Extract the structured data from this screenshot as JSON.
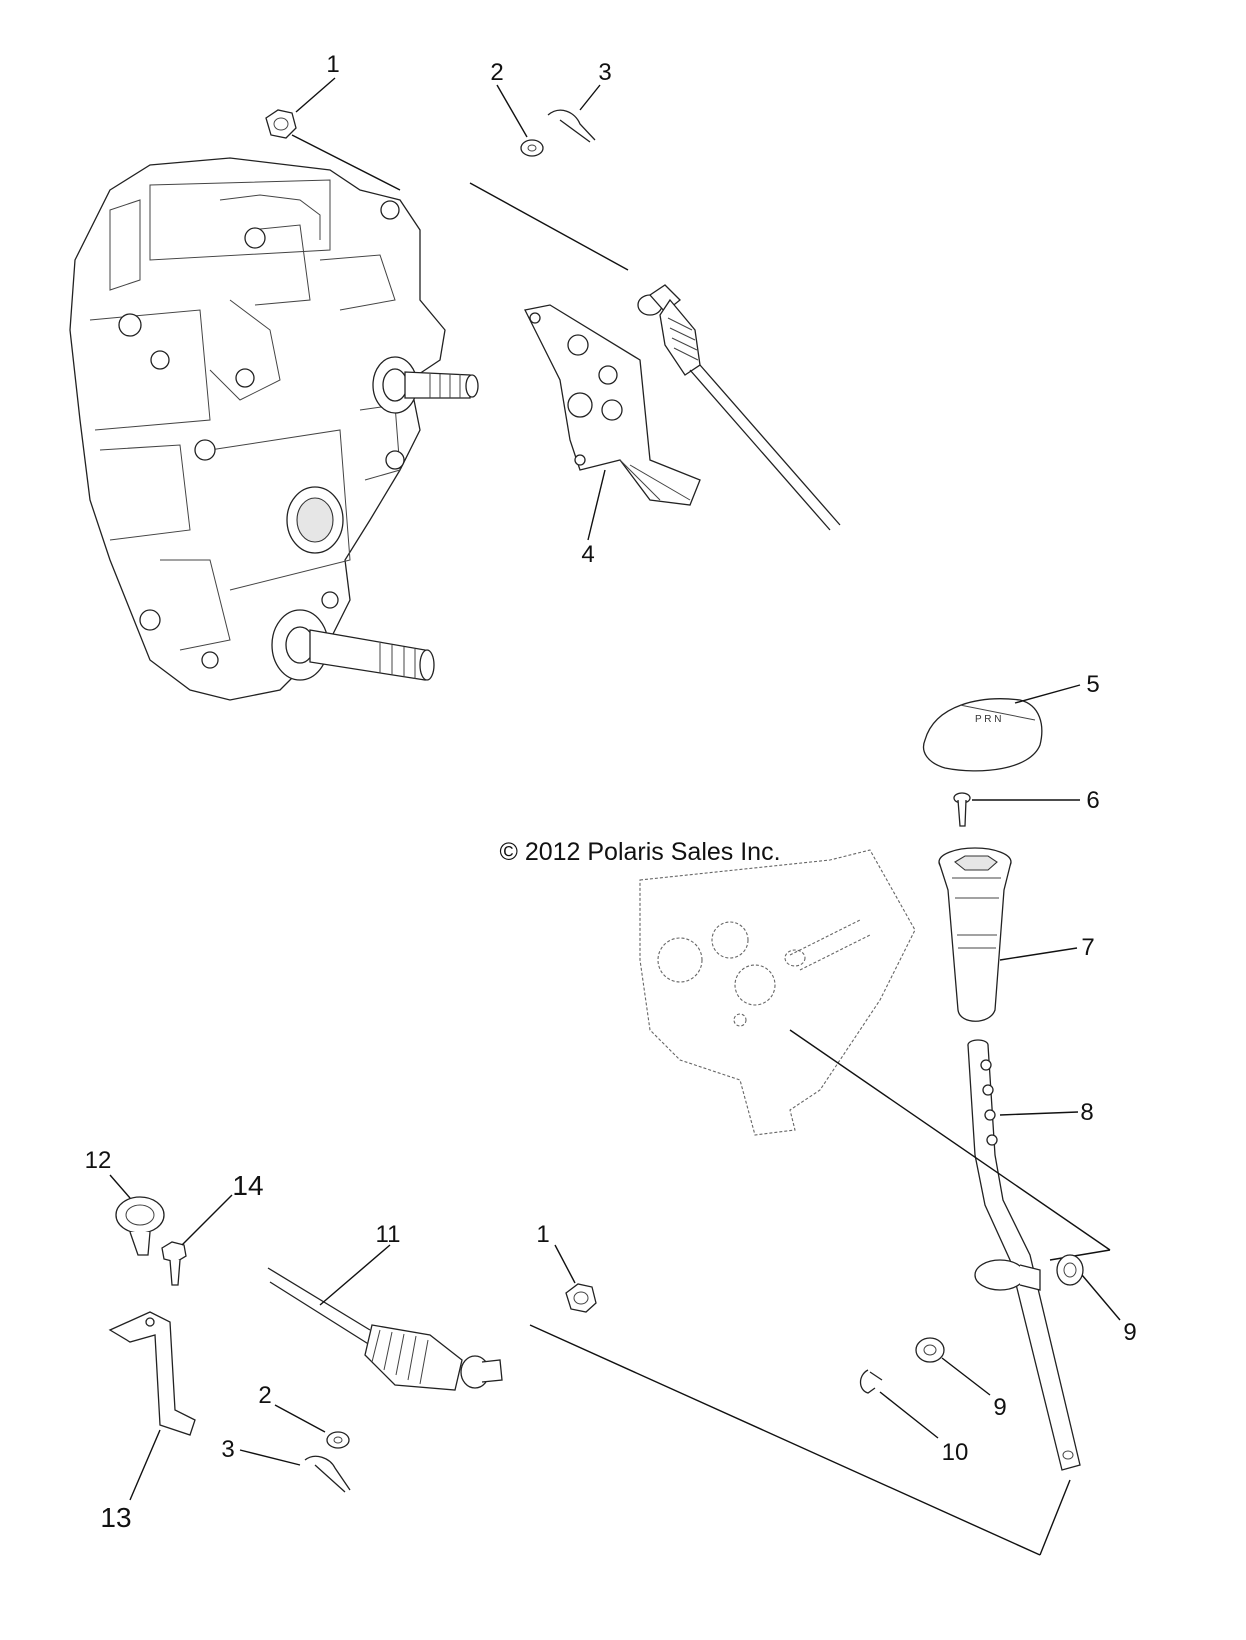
{
  "copyright": "© 2012 Polaris Sales Inc.",
  "callouts": [
    {
      "id": "c1a",
      "label": "1"
    },
    {
      "id": "c2a",
      "label": "2"
    },
    {
      "id": "c3a",
      "label": "3"
    },
    {
      "id": "c4",
      "label": "4"
    },
    {
      "id": "c5",
      "label": "5"
    },
    {
      "id": "c6",
      "label": "6"
    },
    {
      "id": "c7",
      "label": "7"
    },
    {
      "id": "c8",
      "label": "8"
    },
    {
      "id": "c9a",
      "label": "9"
    },
    {
      "id": "c9b",
      "label": "9"
    },
    {
      "id": "c10",
      "label": "10"
    },
    {
      "id": "c11",
      "label": "11"
    },
    {
      "id": "c1b",
      "label": "1"
    },
    {
      "id": "c12",
      "label": "12"
    },
    {
      "id": "c13",
      "label": "13"
    },
    {
      "id": "c14",
      "label": "14"
    },
    {
      "id": "c2b",
      "label": "2"
    },
    {
      "id": "c3b",
      "label": "3"
    }
  ]
}
